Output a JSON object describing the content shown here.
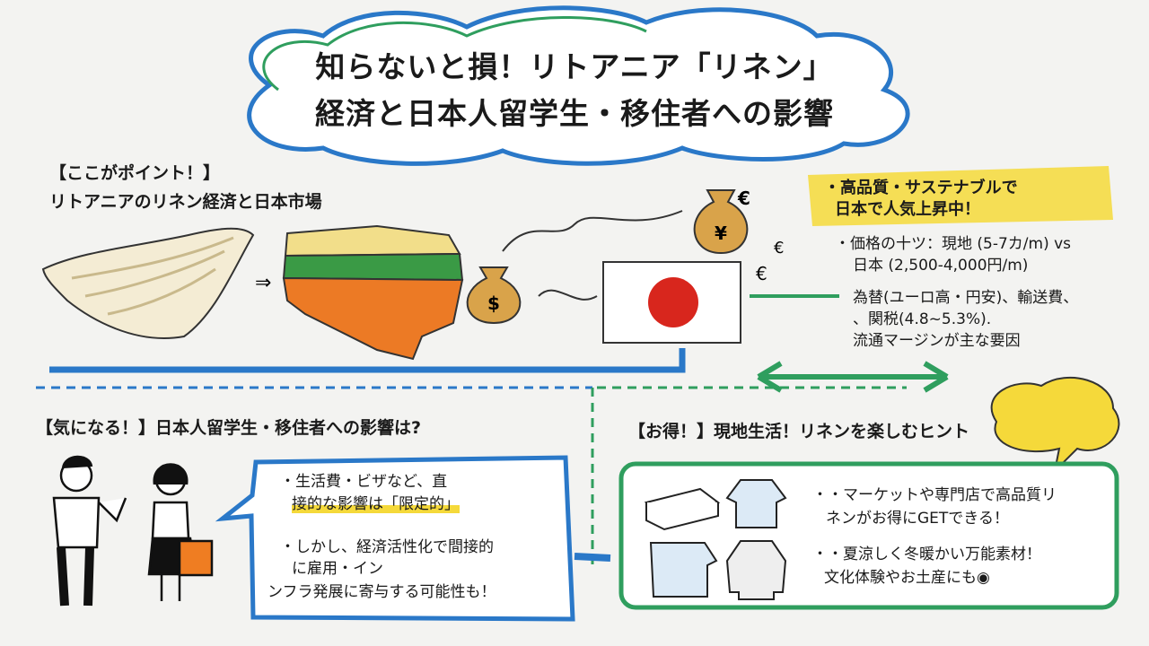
{
  "title": {
    "line1": "知らないと損！リトアニア「リネン」",
    "line2": "経済と日本人留学生・移住者への影響"
  },
  "point_section": {
    "label": "【ここがポイント！】",
    "subtitle": "リトアニアのリネン経済と日本市場",
    "currency_symbols": [
      "$",
      "¥",
      "€",
      "€",
      "€"
    ]
  },
  "market_notes": {
    "highlight": [
      "・高品質・サステナブルで",
      "日本で人気上昇中！"
    ],
    "price": [
      "・価格の十ツ：現地 (5-7カ/m) vs",
      "日本 (2,500-4,000円/m)"
    ],
    "factors": [
      "為替(ユーロ高・円安)、輸送費、",
      "、関税(4.8~5.3%).",
      "流通マージンが主な要因"
    ]
  },
  "impact_section": {
    "label": "【気になる！】日本人留学生・移住者への影響は?",
    "bubble": [
      "・生活費・ビザなど、直",
      "接的な影響は「限定的」",
      "・しかし、経済活性化で間接的",
      "に雇用・イン",
      "ンフラ発展に寄与する可能性も！"
    ]
  },
  "tips_section": {
    "label": "【お得！】現地生活！リネンを楽しむヒント",
    "tips": [
      "・・マーケットや専門店で高品質リ",
      "ネンがお得にGETできる！",
      "・・夏涼しく冬暖かい万能素材！",
      "文化体験やお土産にも◉"
    ]
  },
  "colors": {
    "blue": "#2a78c8",
    "green": "#2f9e5e",
    "yellow": "#f5d93a",
    "orange": "#ef7d22",
    "red": "#d8261d"
  }
}
